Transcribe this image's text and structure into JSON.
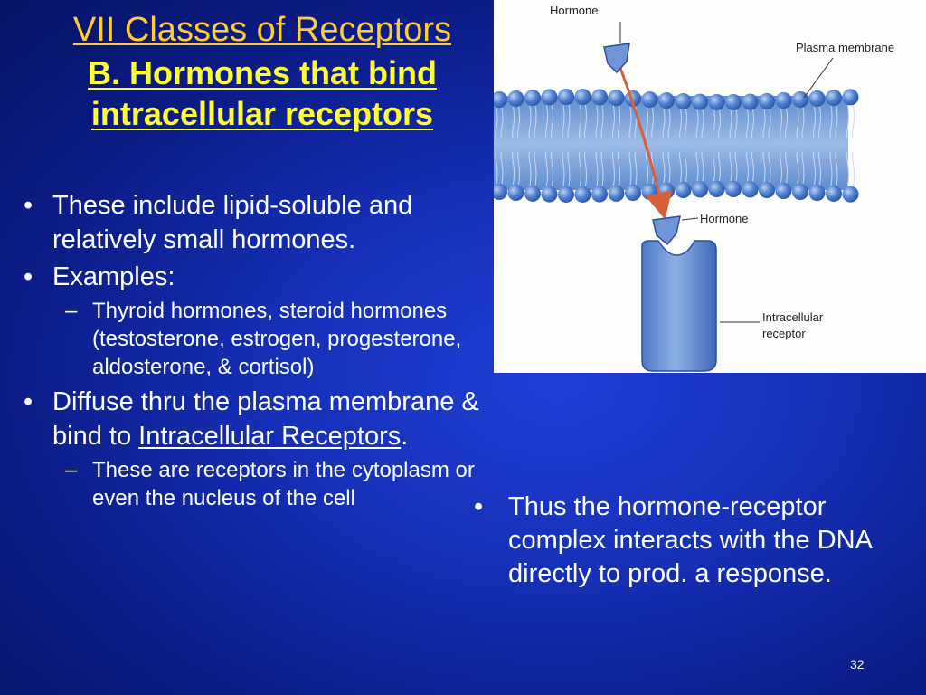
{
  "slide": {
    "title": "VII Classes of Receptors",
    "subtitle_line1": "B. Hormones that bind",
    "subtitle_line2": "intracellular receptors",
    "page_number": "32"
  },
  "bullets": {
    "b1": "These include lipid-soluble and relatively small hormones.",
    "b2": "Examples:",
    "b2_sub1": "Thyroid hormones, steroid hormones (testosterone, estrogen, progesterone, aldosterone, & cortisol)",
    "b3_prefix": "Diffuse thru the plasma membrane & bind to ",
    "b3_link": "Intracellular Receptors",
    "b3_suffix": ".",
    "b3_sub1": "These are receptors in the cytoplasm or even the nucleus of the cell"
  },
  "right_bullets": {
    "r1": "Thus the hormone-receptor complex interacts with the DNA directly to prod. a response."
  },
  "figure": {
    "label_hormone_top": "Hormone",
    "label_plasma_membrane": "Plasma membrane",
    "label_hormone_bound": "Hormone",
    "label_receptor_line1": "Intracellular",
    "label_receptor_line2": "receptor",
    "colors": {
      "membrane_head": "#4f7fd0",
      "membrane_core": "#7fa7dd",
      "protein": "#6f95d8",
      "arrow": "#d6603a"
    }
  }
}
